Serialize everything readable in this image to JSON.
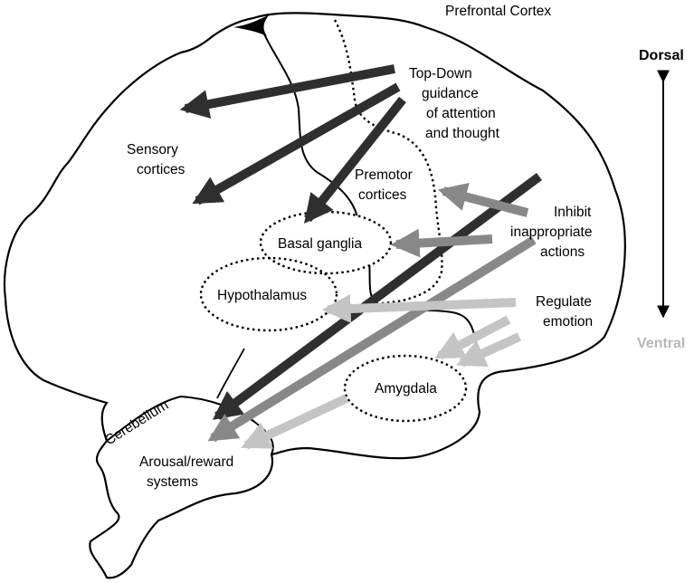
{
  "labels": {
    "prefrontal_cortex": "Prefrontal Cortex",
    "top_down": [
      "Top-Down",
      "guidance",
      "of attention",
      "and thought"
    ],
    "sensory_cortices": [
      "Sensory",
      "cortices"
    ],
    "premotor_cortices": [
      "Premotor",
      "cortices"
    ],
    "basal_ganglia": "Basal ganglia",
    "hypothalamus": "Hypothalamus",
    "inhibit": [
      "Inhibit",
      "inappropriate",
      "actions"
    ],
    "regulate": [
      "Regulate",
      "emotion"
    ],
    "amygdala": "Amygdala",
    "cerebellum": "Cerebellum",
    "arousal": [
      "Arousal/reward",
      "systems"
    ]
  },
  "axis": {
    "dorsal": "Dorsal",
    "ventral": "Ventral",
    "dorsal_color": "#000000",
    "ventral_color": "#b8b8b8"
  },
  "colors": {
    "black_arrow": "#2f2f2f",
    "mid_gray_arrow": "#888888",
    "light_gray_arrow": "#c4c4c4",
    "outline": "#000000"
  }
}
